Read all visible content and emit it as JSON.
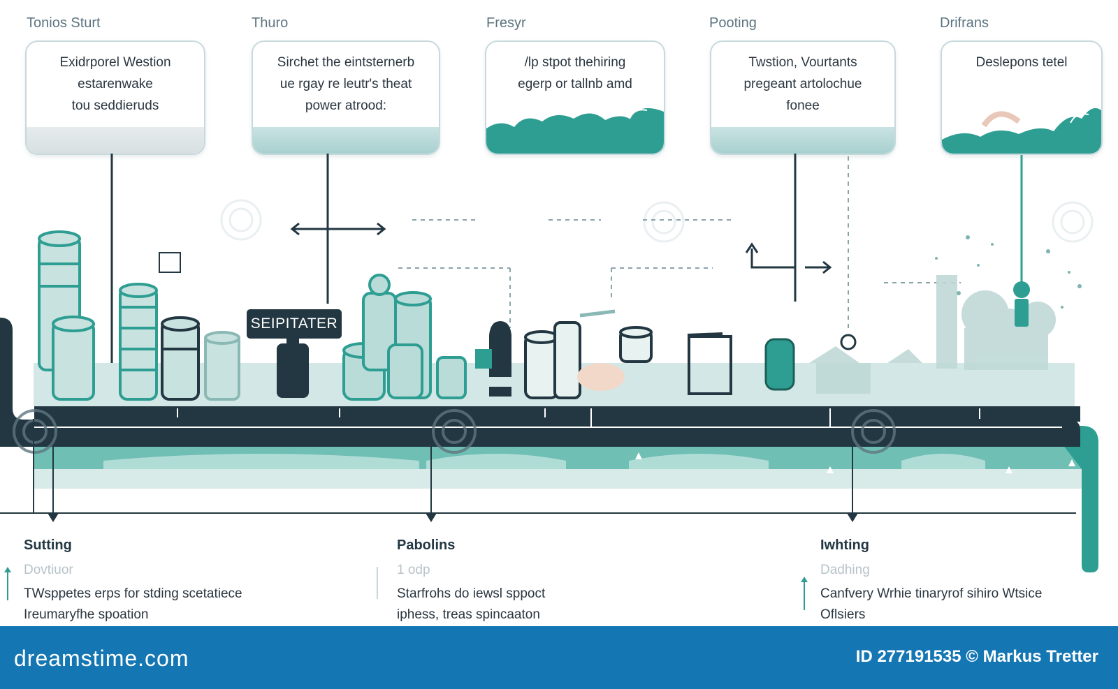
{
  "stages": [
    {
      "title": "Tonios Sturt",
      "text": "Exidrporel Westion\nestarenwake\ntou seddieruds"
    },
    {
      "title": "Thuro",
      "text": "Sirchet the eintsternerb\nue rgay re leutr's theat\npower atrood:"
    },
    {
      "title": "Fresyr",
      "text": "/lp stpot thehiring\negerp or tallnb amd"
    },
    {
      "title": "Pooting",
      "text": "Twstion,  Vourtants\npregeant artolochue\nfonee"
    },
    {
      "title": "Drifrans",
      "text": "Deslepons tetel"
    }
  ],
  "tag": {
    "label": "SEIPITATER"
  },
  "phases": [
    {
      "title": "Sutting",
      "sub": "Dovtiuor",
      "text": "TWsppetes erps for stding scetatiece\nIreumaryfhe spoation"
    },
    {
      "title": "Pabolins",
      "sub": "1 odp",
      "text": "Starfrohs do iewsl sppoct\niphess,  treas spincaaton"
    },
    {
      "title": "Iwhting",
      "sub": "Dadhing",
      "text": "Canfvery Wrhie tinaryrof sihiro Wtsice\nOflsiers"
    }
  ],
  "footer": {
    "logo": "dreamstime.com",
    "credit": "ID 277191535 © Markus Tretter"
  },
  "colors": {
    "teal": "#2e9e93",
    "navy": "#223741",
    "pale": "#cfe6e4",
    "footer": "#1476b3"
  }
}
